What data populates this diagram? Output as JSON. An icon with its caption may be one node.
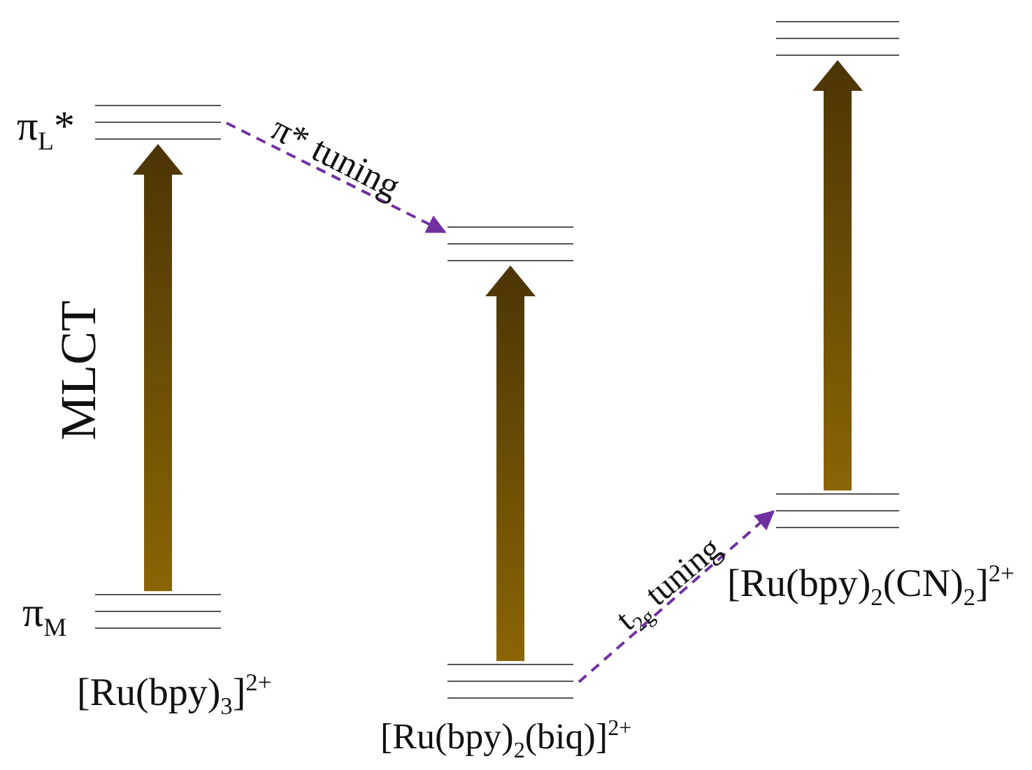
{
  "diagram": {
    "nodes": [
      {
        "text": [],
        "shape": "bar",
        "beside": [
          "π$_{L}$*"
        ]
      },
      {
        "text": [],
        "shape": "bar",
        "beside": [
          "π$_{M}$"
        ]
      },
      {
        "text": [],
        "shape": "bar"
      },
      {
        "text": [],
        "shape": "bar"
      },
      {
        "text": [],
        "shape": "bar"
      },
      {
        "text": [],
        "shape": "bar"
      }
    ],
    "edges": [
      {
        "from": 1,
        "to": 0,
        "arrow": "to",
        "label": "MLCT",
        "style": "thick"
      },
      {
        "from": 0,
        "to": 2,
        "arrow": "to",
        "label": "π* tuning",
        "style": "dashed",
        "color": "#7030a0"
      },
      {
        "from": 3,
        "to": 2,
        "arrow": "to",
        "style": "thick"
      },
      {
        "from": 3,
        "to": 5,
        "arrow": "to",
        "label": "t$_{2g}$ tuning",
        "style": "dashed",
        "color": "#7030a0"
      },
      {
        "from": 5,
        "to": 4,
        "arrow": "to",
        "style": "thick"
      }
    ],
    "labels": [
      "[Ru(bpy)$_{3}$]$^{2+}$",
      "[Ru(bpy)$_{2}$(biq)]$^{2+}$",
      "[Ru(bpy)$_{2}$(CN)$_{2}$]$^{2+}$"
    ]
  }
}
